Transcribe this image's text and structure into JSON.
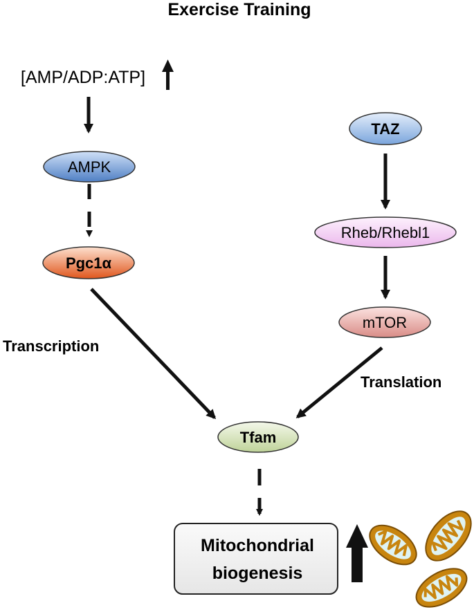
{
  "title": "Exercise Training",
  "ratio_label": "[AMP/ADP:ATP]",
  "nodes": {
    "ampk": "AMPK",
    "pgc1a": "Pgc1α",
    "taz": "TAZ",
    "rheb": "Rheb/Rhebl1",
    "mtor": "mTOR",
    "tfam": "Tfam"
  },
  "labels": {
    "transcription": "Transcription",
    "translation": "Translation"
  },
  "outcome": {
    "line1": "Mitochondrial",
    "line2": "biogenesis"
  },
  "colors": {
    "ampk": "#7ea6dc",
    "pgc1a": "#f08a5d",
    "taz": "#9ec0ea",
    "rheb": "#f4d2f4",
    "mtor": "#e8aaa6",
    "tfam": "#d8e6bf",
    "mito_outer": "#c8850f",
    "mito_inner": "#dff3f3"
  }
}
